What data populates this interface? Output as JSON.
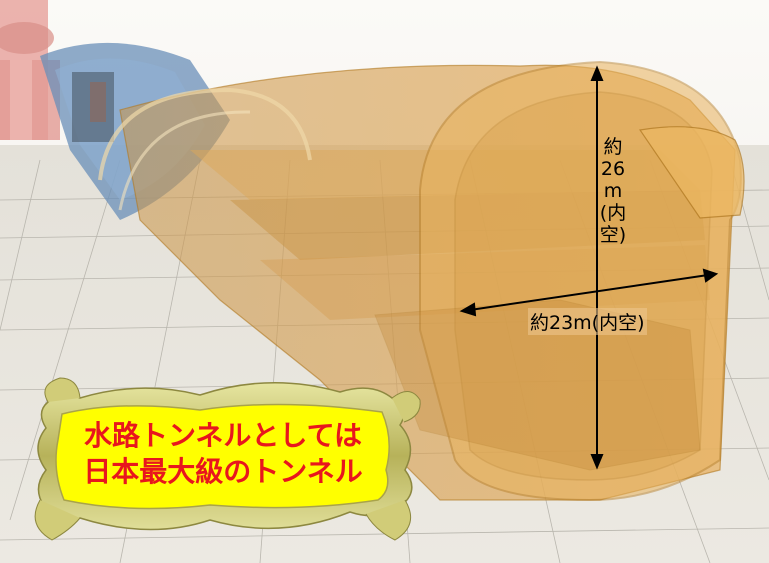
{
  "figure": {
    "height_label_chars": [
      "約",
      "26",
      "m",
      "(内",
      "空)"
    ],
    "width_label": "約23m(内空)",
    "banner": {
      "line1": "水路トンネルとしては",
      "line2": "日本最大級のトンネル"
    }
  },
  "colors": {
    "tunnel": "#e0a640",
    "tunnel_edge": "#b07820",
    "blue_section": "#6a8fb8",
    "pink_pipe": "#e8a6a0",
    "ground": "#ece9e1",
    "banner_fill": "#ffff00",
    "banner_ribbon": "#c8c468",
    "banner_text": "#e8161d"
  }
}
